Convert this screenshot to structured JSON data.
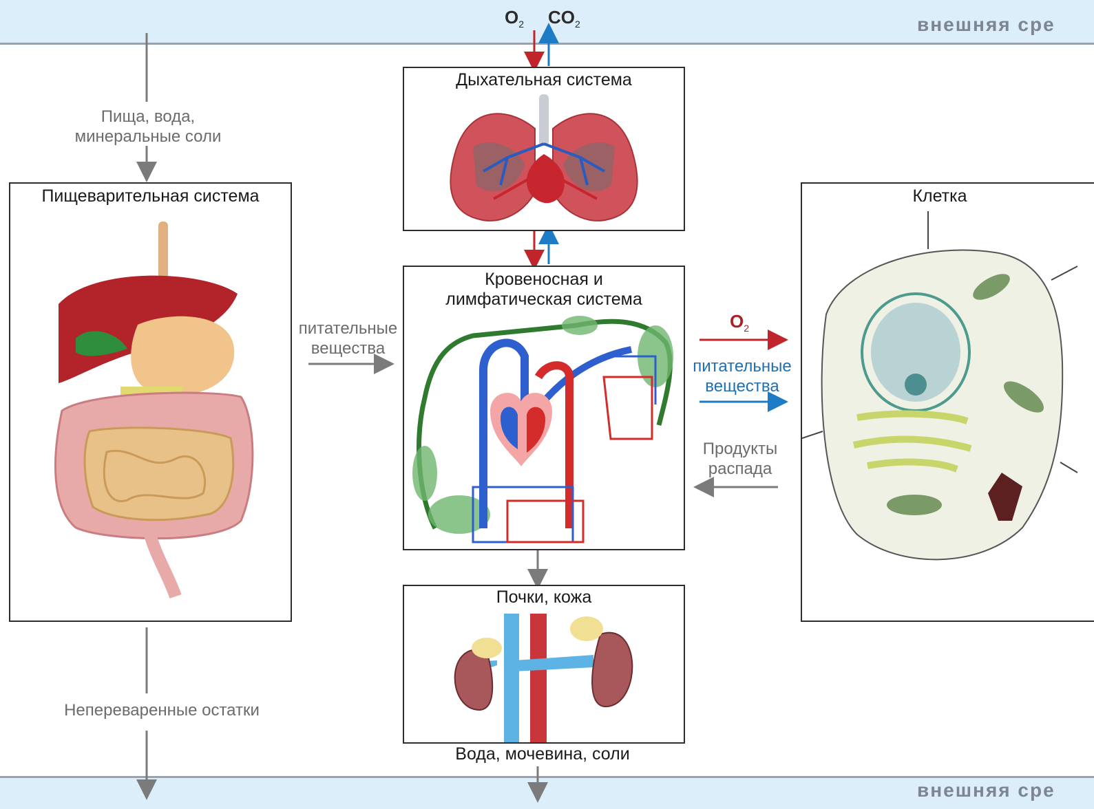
{
  "environment": {
    "top_label": "внешняя сре",
    "bottom_label": "внешняя сре"
  },
  "gases_top": {
    "o2": "O",
    "o2_sub": "2",
    "co2": "CO",
    "co2_sub": "2"
  },
  "respiratory": {
    "title": "Дыхательная система"
  },
  "digestive": {
    "title": "Пищеварительная система"
  },
  "circulatory": {
    "title": "Кровеносная и\nлимфатическая система"
  },
  "cell": {
    "title": "Клетка"
  },
  "excretory": {
    "title": "Почки, кожа",
    "output": "Вода, мочевина, соли"
  },
  "flows": {
    "food_input": "Пища, вода,\nминеральные соли",
    "nutrients_to_blood": "питательные\nвещества",
    "o2_to_cell": "O",
    "o2_to_cell_sub": "2",
    "nutrients_to_cell": "питательные\nвещества",
    "decay_products": "Продукты\nраспада",
    "undigested": "Непереваренные остатки"
  },
  "colors": {
    "oxygen_arrow": "#c0252b",
    "co2_arrow": "#1e7bc6",
    "neutral_arrow": "#7b7b7b",
    "band": "#dbeef9",
    "nutrients_text": "#1e6fb5",
    "o2_text": "#b01e24"
  }
}
